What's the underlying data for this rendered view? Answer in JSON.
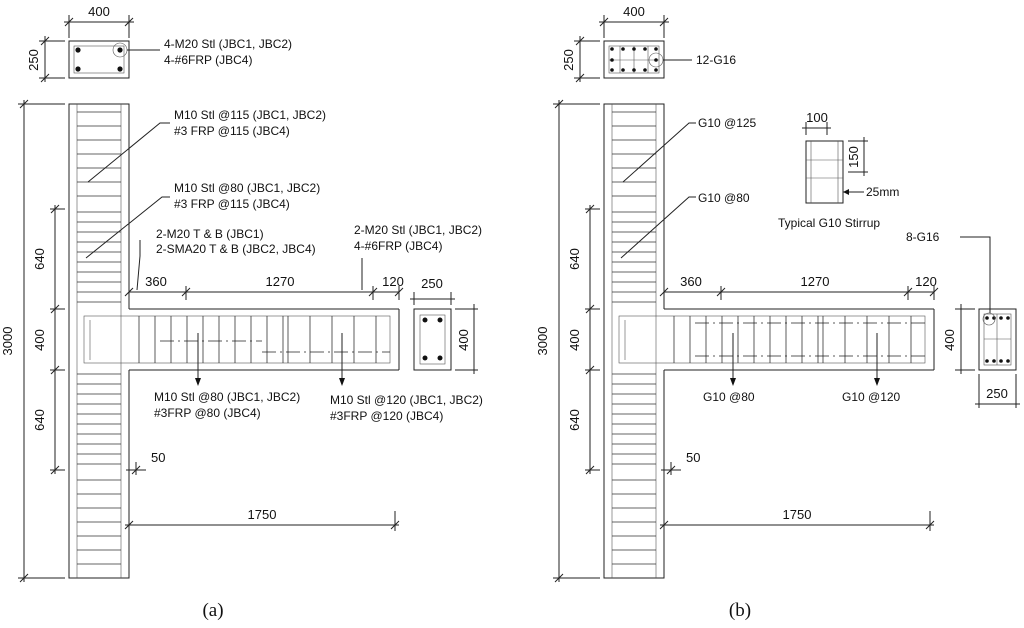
{
  "panel_a": {
    "caption": "(a)",
    "dims": {
      "col_width": "400",
      "col_depth": "250",
      "height": "3000",
      "upper": "640",
      "joint": "400",
      "lower": "640",
      "beam_a": "360",
      "beam_b": "1270",
      "beam_c": "120",
      "beam_w": "250",
      "beam_d": "400",
      "offset": "50",
      "beam_len": "1750"
    },
    "labels": {
      "col_bars_1": "4-M20 Stl (JBC1, JBC2)",
      "col_bars_2": "4-#6FRP (JBC4)",
      "ties115_1": "M10 Stl @115 (JBC1, JBC2)",
      "ties115_2": "#3 FRP @115 (JBC4)",
      "ties80_1": "M10 Stl @80 (JBC1, JBC2)",
      "ties80_2": "#3 FRP @115 (JBC4)",
      "top_bars_1": "2-M20 T & B (JBC1)",
      "top_bars_2": "2-SMA20 T & B (JBC2, JBC4)",
      "beam_bars_1": "2-M20 Stl (JBC1, JBC2)",
      "beam_bars_2": "4-#6FRP (JBC4)",
      "stir80_1": "M10 Stl @80 (JBC1, JBC2)",
      "stir80_2": "#3FRP @80 (JBC4)",
      "stir120_1": "M10 Stl @120 (JBC1, JBC2)",
      "stir120_2": "#3FRP @120 (JBC4)"
    }
  },
  "panel_b": {
    "caption": "(b)",
    "dims": {
      "col_width": "400",
      "col_depth": "250",
      "height": "3000",
      "upper": "640",
      "joint": "400",
      "lower": "640",
      "beam_a": "360",
      "beam_b": "1270",
      "beam_c": "120",
      "beam_w": "250",
      "beam_d": "400",
      "offset": "50",
      "beam_len": "1750",
      "stirrup_w": "100",
      "stirrup_h": "150",
      "stirrup_cover": "25mm"
    },
    "labels": {
      "col_bars": "12-G16",
      "ties125": "G10 @125",
      "ties80": "G10 @80",
      "stirrup_title": "Typical G10 Stirrup",
      "beam_bars": "8-G16",
      "stir80": "G10 @80",
      "stir120": "G10 @120"
    }
  }
}
